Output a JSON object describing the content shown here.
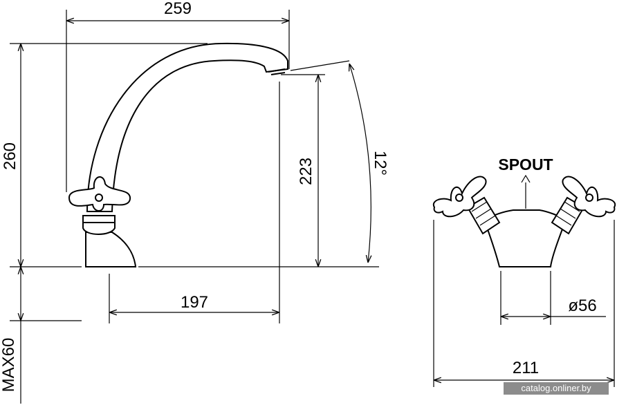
{
  "dimensions": {
    "width_total": "259",
    "height_total": "260",
    "spout_height": "223",
    "spout_angle": "12°",
    "spout_reach": "197",
    "max_thickness": "MAX60",
    "base_diameter": "ø56",
    "handle_span": "211"
  },
  "labels": {
    "spout": "SPOUT"
  },
  "watermark": "catalog.onliner.by"
}
